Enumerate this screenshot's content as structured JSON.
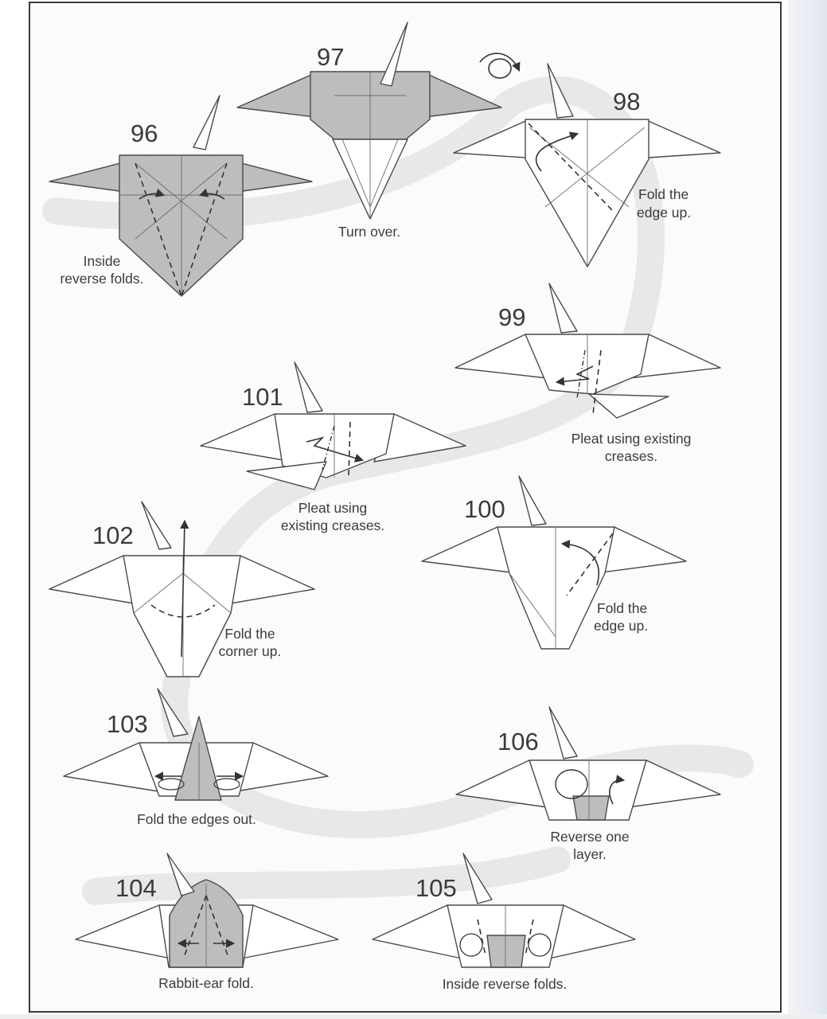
{
  "steps": [
    {
      "number": "96",
      "caption": [
        "Inside",
        "reverse folds."
      ]
    },
    {
      "number": "97",
      "caption": [
        "Turn over."
      ]
    },
    {
      "number": "98",
      "caption": [
        "Fold the",
        "edge up."
      ]
    },
    {
      "number": "99",
      "caption": [
        "Pleat using existing",
        "creases."
      ]
    },
    {
      "number": "100",
      "caption": [
        "Fold the",
        "edge up."
      ]
    },
    {
      "number": "101",
      "caption": [
        "Pleat using",
        "existing creases."
      ]
    },
    {
      "number": "102",
      "caption": [
        "Fold the",
        "corner up."
      ]
    },
    {
      "number": "103",
      "caption": [
        "Fold the edges out."
      ]
    },
    {
      "number": "104",
      "caption": [
        "Rabbit-ear fold."
      ]
    },
    {
      "number": "105",
      "caption": [
        "Inside reverse folds."
      ]
    },
    {
      "number": "106",
      "caption": [
        "Reverse one",
        "layer."
      ]
    }
  ],
  "colors": {
    "paper_white": "#ffffff",
    "paper_grey": "#bdbdbd",
    "line": "#4a4a4a",
    "text": "#3b3b3b"
  }
}
